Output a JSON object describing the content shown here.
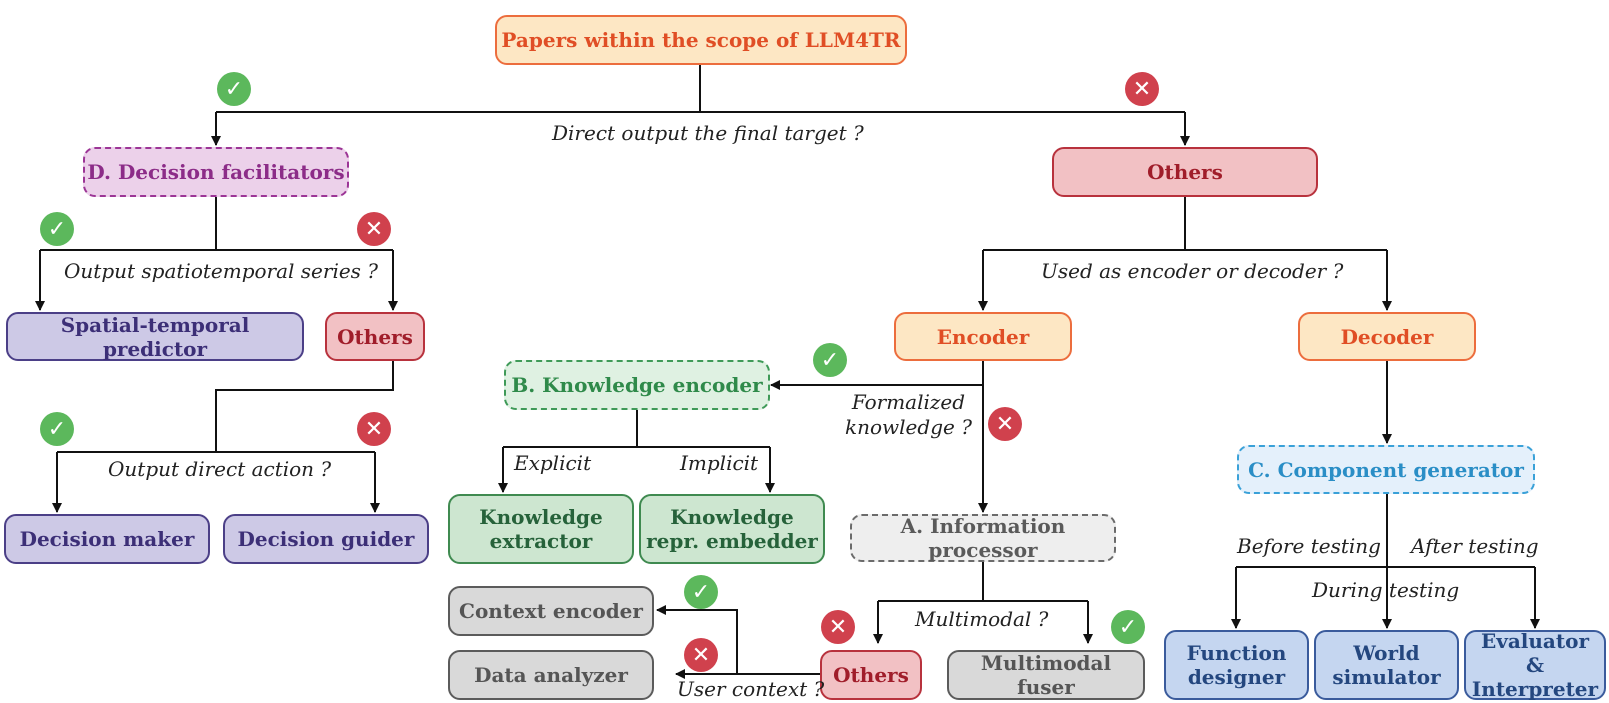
{
  "colors": {
    "yes_icon": "#5cb85c",
    "no_icon": "#d0414d"
  },
  "nodes": {
    "root": "Papers within the scope of LLM4TR",
    "decision_facilitators": "D. Decision facilitators",
    "others_top": "Others",
    "spatial_temporal_predictor": "Spatial-temporal predictor",
    "others_d": "Others",
    "decision_maker": "Decision maker",
    "decision_guider": "Decision guider",
    "encoder": "Encoder",
    "decoder": "Decoder",
    "knowledge_encoder": "B. Knowledge  encoder",
    "knowledge_extractor": "Knowledge\nextractor",
    "knowledge_embedder": "Knowledge\nrepr. embedder",
    "information_processor": "A. Information processor",
    "component_generator": "C. Component generator",
    "context_encoder": "Context encoder",
    "data_analyzer": "Data analyzer",
    "others_info": "Others",
    "multimodal_fuser": "Multimodal fuser",
    "function_designer": "Function\ndesigner",
    "world_simulator": "World\nsimulator",
    "evaluator_interpreter": "Evaluator\n& Interpreter"
  },
  "labels": {
    "q_final_target": "Direct output the final target ?",
    "q_spatiotemporal": "Output spatiotemporal series ?",
    "q_direct_action": "Output direct action ?",
    "q_encoder_decoder": "Used as encoder or decoder ?",
    "q_formalized": "Formalized\nknowledge ?",
    "explicit": "Explicit",
    "implicit": "Implicit",
    "q_multimodal": "Multimodal ?",
    "q_user_context": "User context ?",
    "before_testing": "Before testing",
    "after_testing": "After testing",
    "during_testing": "During testing"
  },
  "icons": {
    "yes": "✓",
    "no": "✕"
  }
}
